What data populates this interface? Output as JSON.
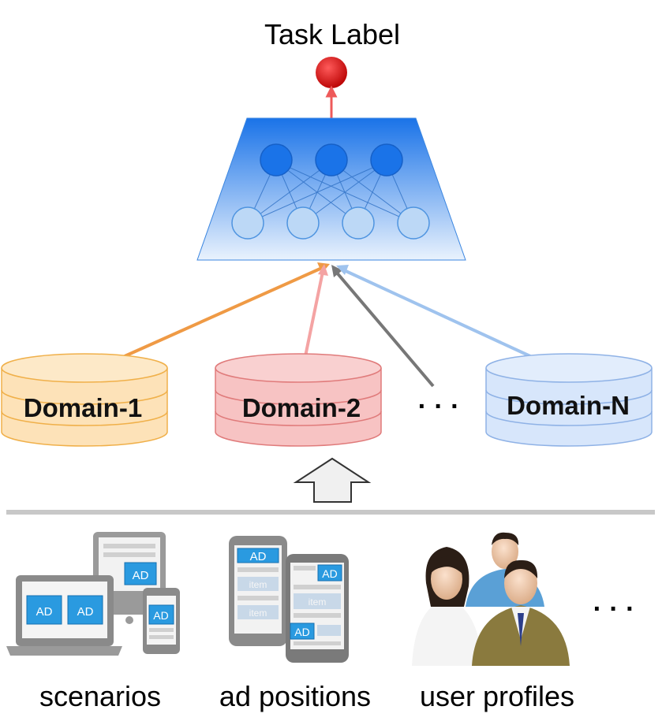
{
  "task_label": "Task Label",
  "domains": [
    {
      "label": "Domain-1",
      "fill": "#fde2b8",
      "stroke": "#f0b04a",
      "arrow": "#ef9a45"
    },
    {
      "label": "Domain-2",
      "fill": "#f7c3c3",
      "stroke": "#e07b7b",
      "arrow": "#f4a3a3"
    },
    {
      "label": "Domain-N",
      "fill": "#d7e6fb",
      "stroke": "#8fb2e6",
      "arrow": "#9fc3ee"
    }
  ],
  "domain_ellipsis": "· · ·",
  "bottom_ellipsis": "· · ·",
  "sources": [
    {
      "label": "scenarios",
      "icon": "devices-icon"
    },
    {
      "label": "ad positions",
      "icon": "phones-icon"
    },
    {
      "label": "user profiles",
      "icon": "people-icon"
    }
  ],
  "ad_badge": "AD",
  "item_text": "item",
  "colors": {
    "task_node": "#e01010",
    "network_top": "#1a73e8",
    "network_bottom": "#e9f2fd",
    "divider": "#c8c8c8"
  }
}
